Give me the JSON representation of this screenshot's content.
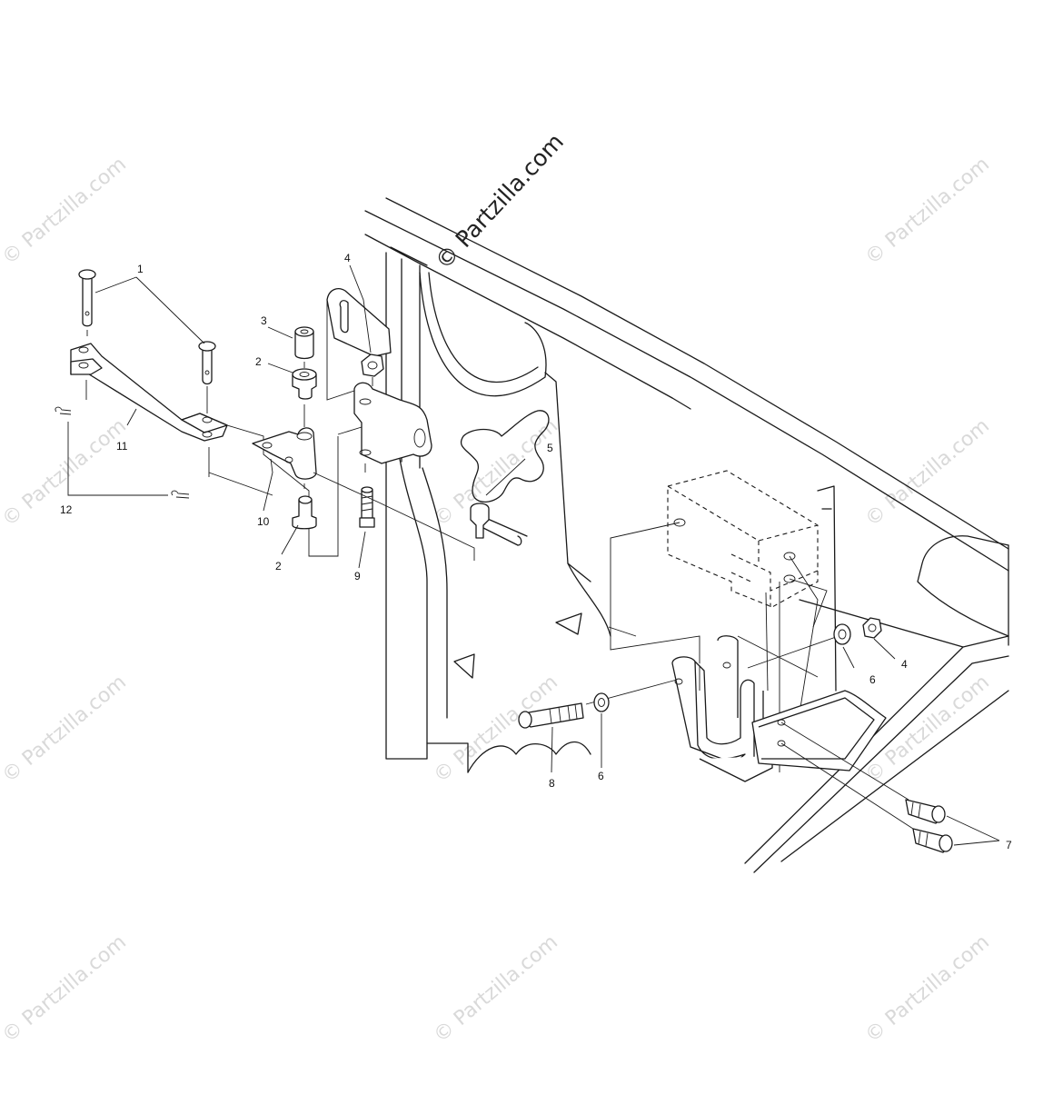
{
  "watermark": {
    "main": "© Partzilla.com",
    "repeat": "© Partzilla.com"
  },
  "callouts": {
    "c1": "1",
    "c2a": "2",
    "c2b": "2",
    "c3": "3",
    "c4a": "4",
    "c4b": "4",
    "c5": "5",
    "c6a": "6",
    "c6b": "6",
    "c7": "7",
    "c8": "8",
    "c9": "9",
    "c10": "10",
    "c11": "11",
    "c12": "12"
  }
}
